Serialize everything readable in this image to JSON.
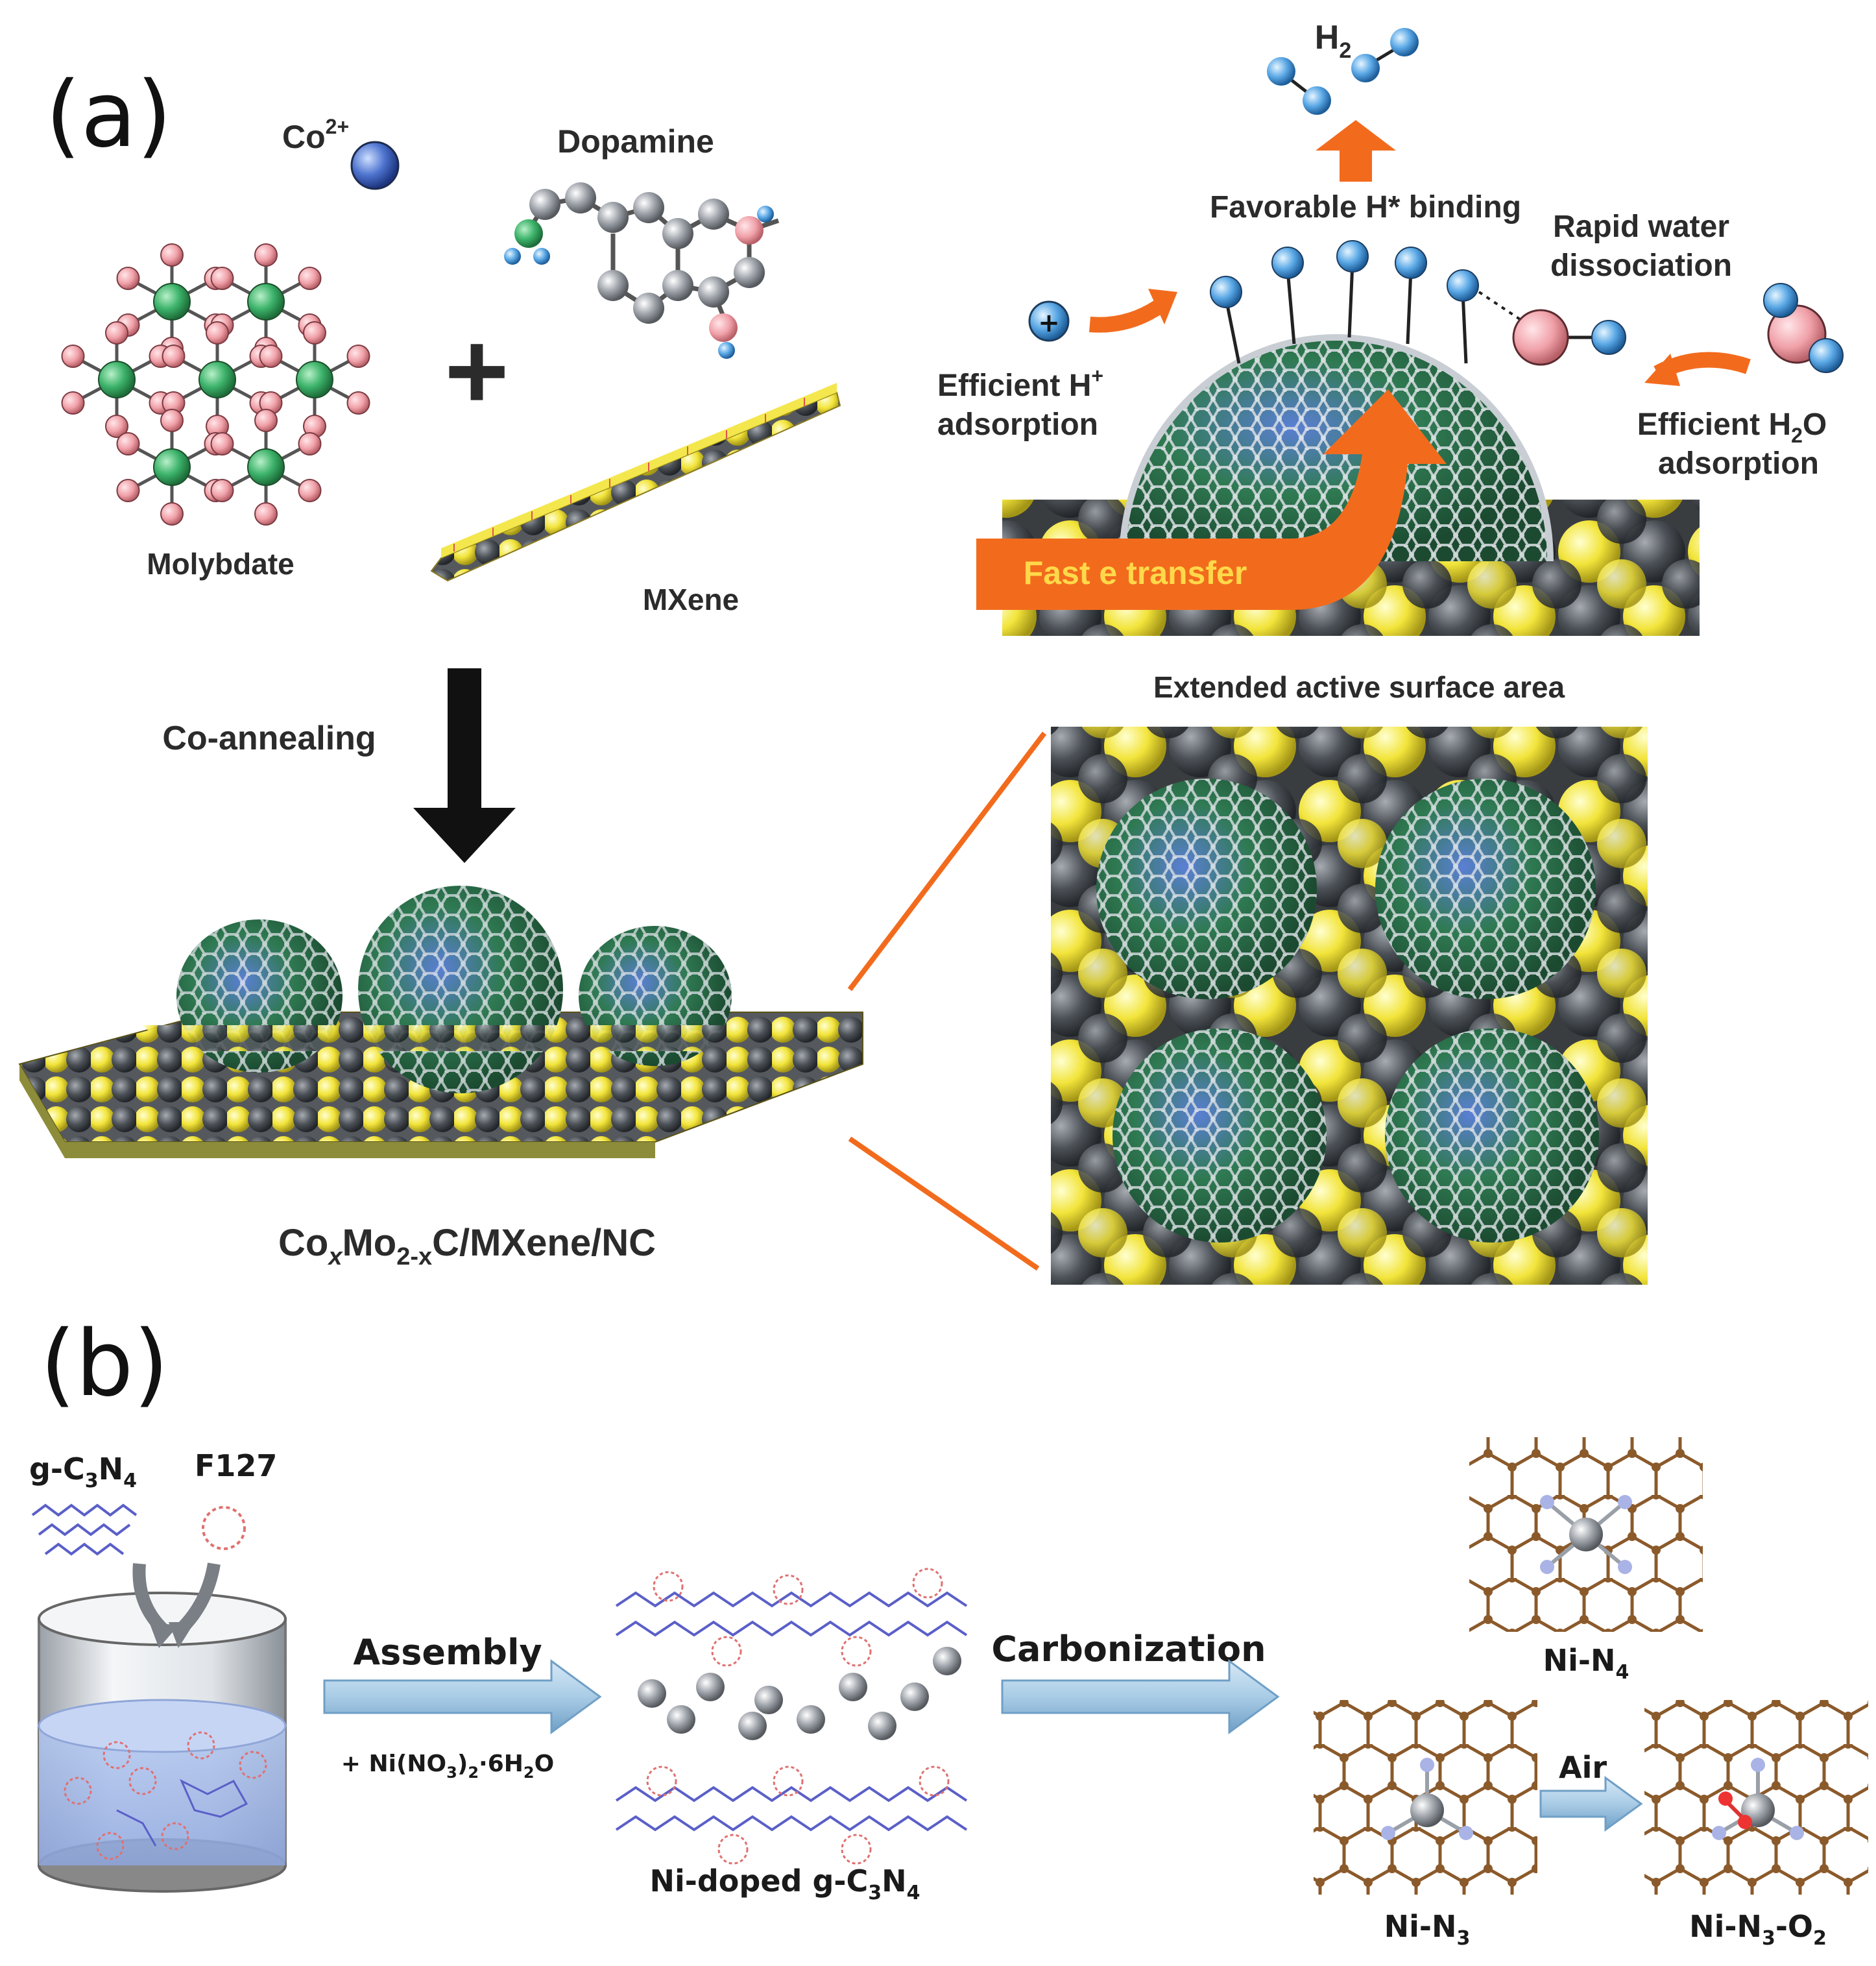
{
  "panel_a": {
    "label": "(a)",
    "co_ion": {
      "base": "Co",
      "sup": "2+"
    },
    "dopamine": "Dopamine",
    "molybdate": "Molybdate",
    "plus": "+",
    "mxene": "MXene",
    "co_annealing": "Co-annealing",
    "product": {
      "p1": "Co",
      "p2": "x",
      "p3": "Mo",
      "p4": "2-x",
      "p5": "C/MXene/NC"
    },
    "h2": {
      "base": "H",
      "sub": "2"
    },
    "favorable": "Favorable H* binding",
    "rapid_1": "Rapid water",
    "rapid_2": "dissociation",
    "hplus_line1": {
      "base": "Efficient H",
      "sup": "+"
    },
    "hplus_line2": "adsorption",
    "h2o_line1": {
      "base": "Efficient H",
      "sub": "2",
      "tail": "O"
    },
    "h2o_line2": "adsorption",
    "fast_e": "Fast e transfer",
    "plus_sign": "+",
    "extended": "Extended active surface area"
  },
  "panel_b": {
    "label": "(b)",
    "gc3n4": {
      "a": "g-C",
      "b": "3",
      "c": "N",
      "d": "4"
    },
    "f127": "F127",
    "assembly": "Assembly",
    "reagent": {
      "a": "+ Ni(NO",
      "b": "3",
      "c": ")",
      "d": "2",
      "e": "·6H",
      "f": "2",
      "g": "O"
    },
    "ni_doped": {
      "a": "Ni-doped g-C",
      "b": "3",
      "c": "N",
      "d": "4"
    },
    "carbonization": "Carbonization",
    "ni_n4": {
      "a": "Ni-N",
      "b": "4"
    },
    "ni_n3": {
      "a": "Ni-N",
      "b": "3"
    },
    "air": "Air",
    "ni_n3_o2": {
      "a": "Ni-N",
      "b": "3",
      "c": "-O",
      "d": "2"
    }
  },
  "colors": {
    "green_atom": "#3db36b",
    "pink_atom": "#f0a0a8",
    "blue_atom": "#5aa8e6",
    "gray_atom": "#8a8f96",
    "yellow_atom": "#f2e43a",
    "dark_atom": "#4c5157",
    "orange_arrow": "#f26b1d",
    "brown_bond": "#8b5a2b",
    "light_blue_arrow": "#a9cce6"
  }
}
